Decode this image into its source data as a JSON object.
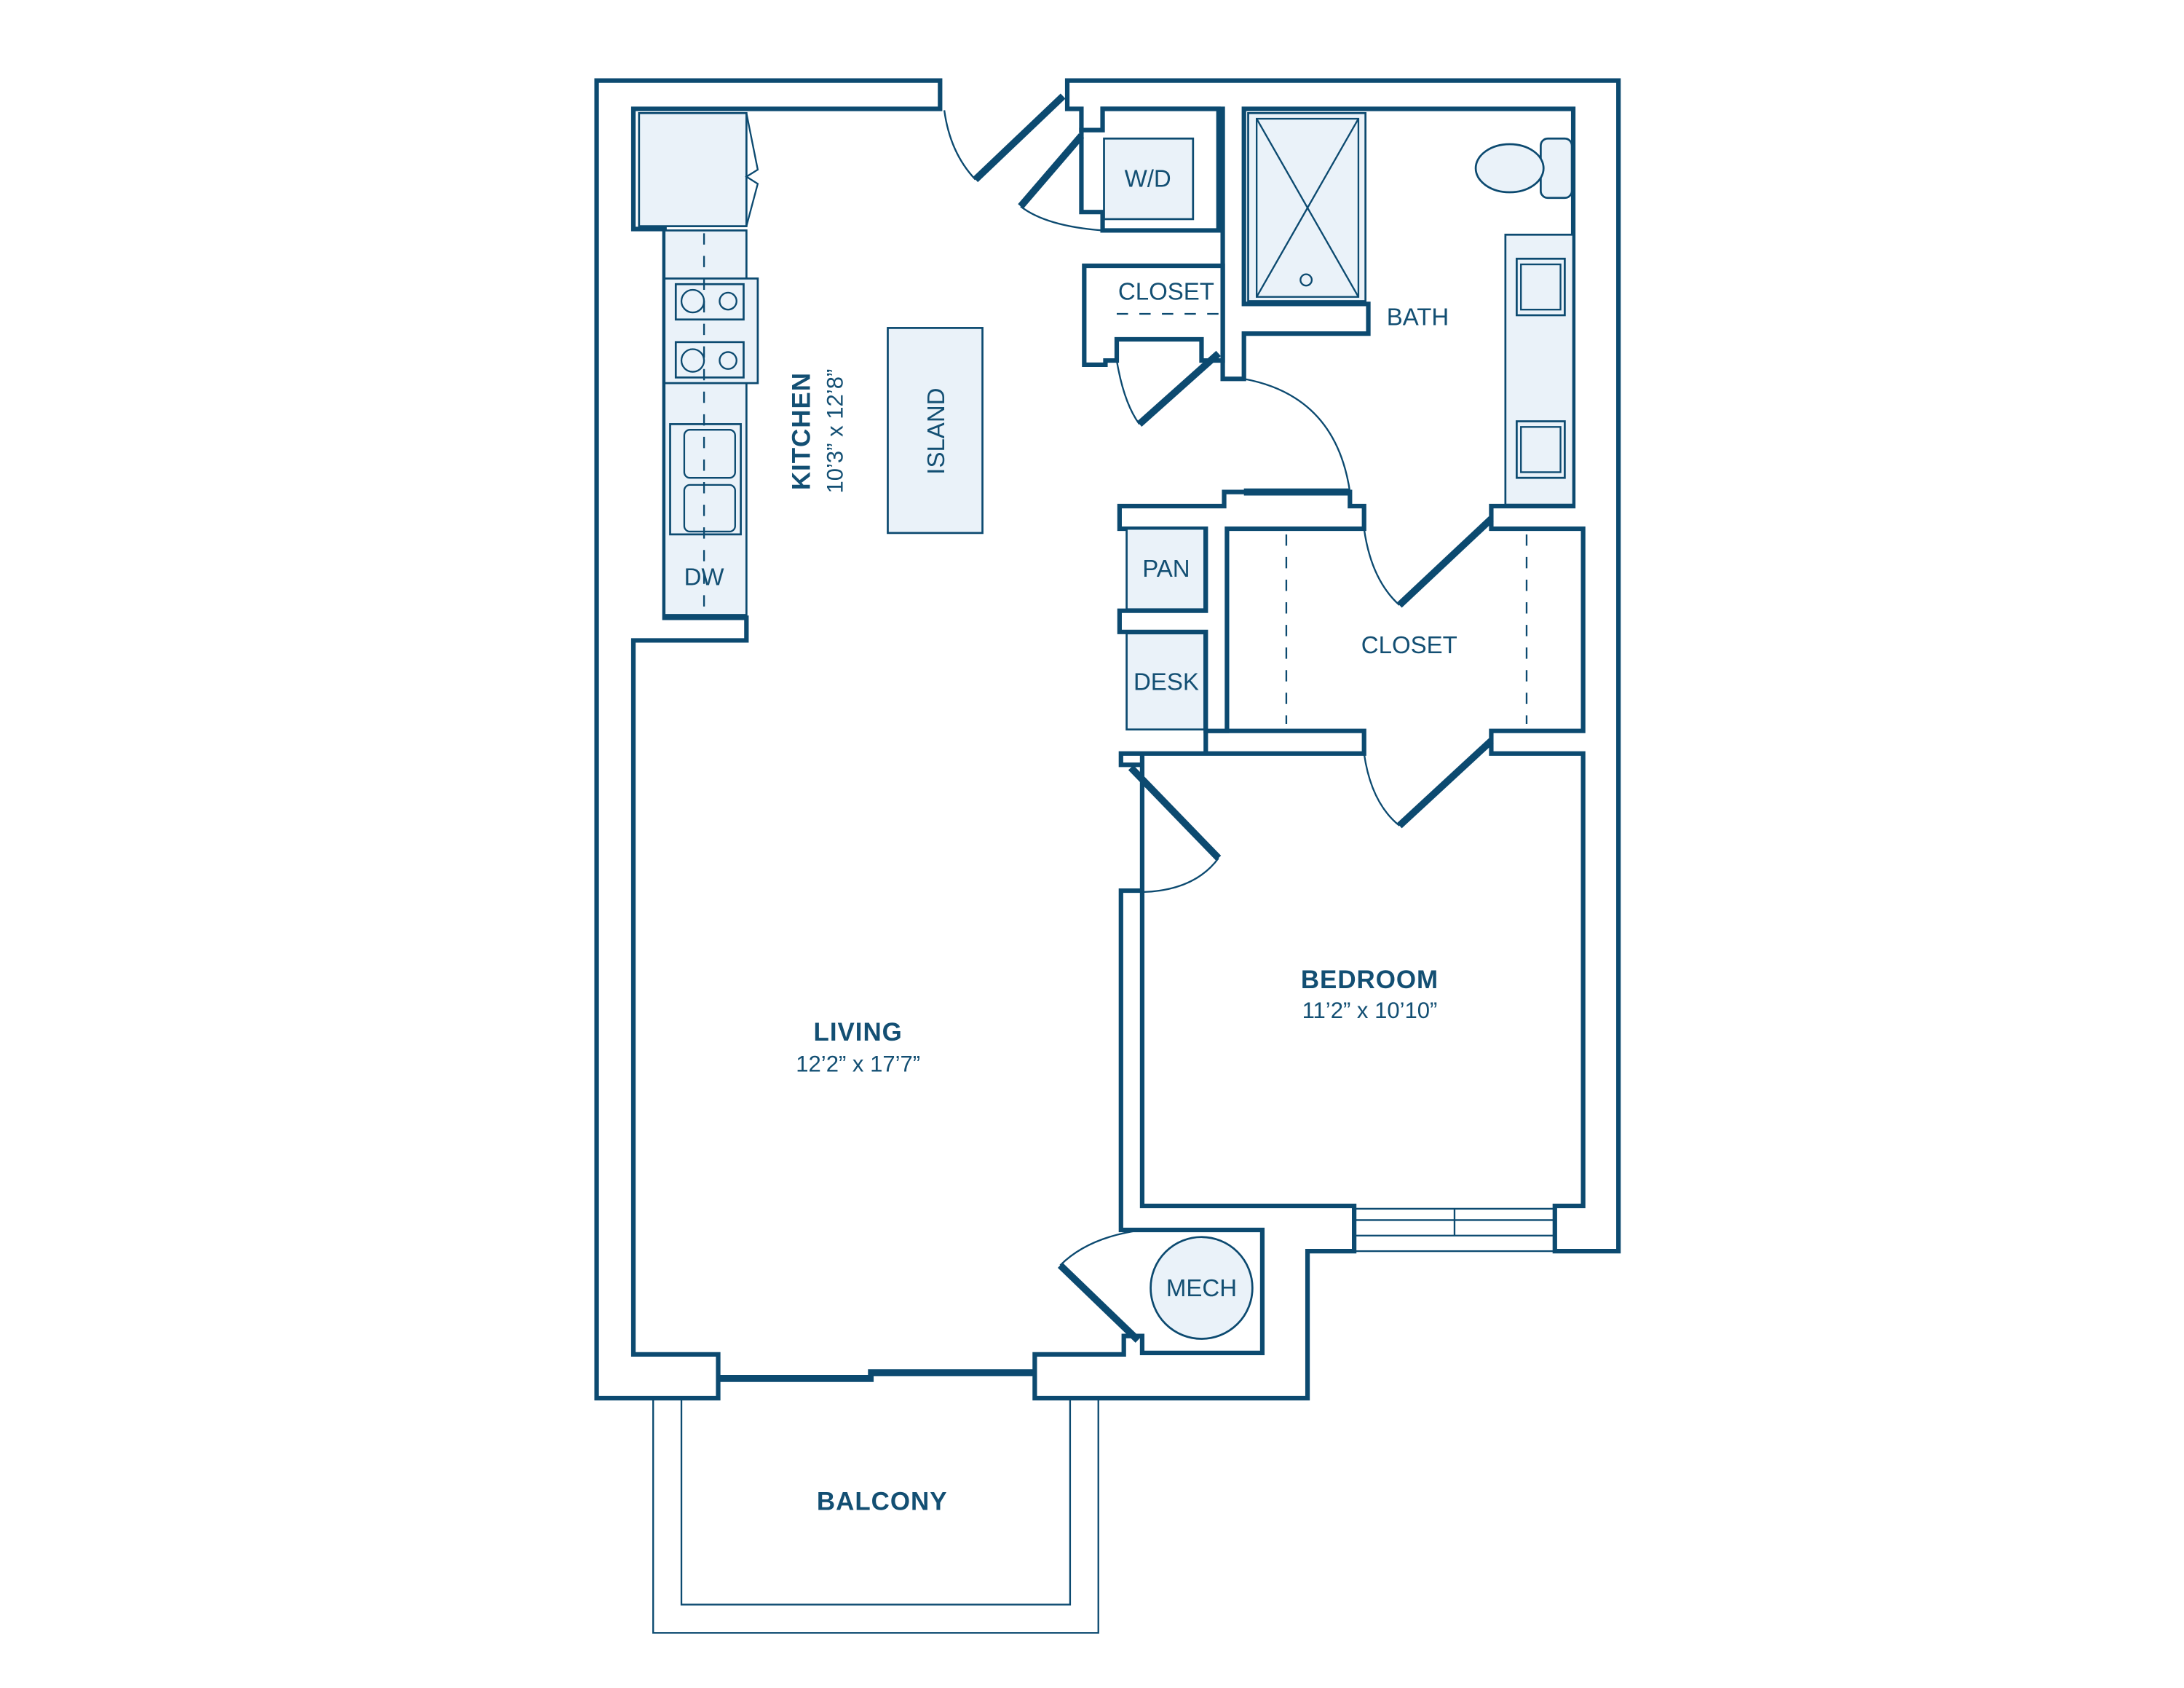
{
  "colors": {
    "wall": "#0c4a70",
    "fixture_fill": "#eaf2f9",
    "text": "#134f73"
  },
  "rooms": {
    "kitchen": {
      "name": "KITCHEN",
      "size": "10’3” x 12’8”"
    },
    "living": {
      "name": "LIVING",
      "size": "12’2” x 17’7”"
    },
    "bedroom": {
      "name": "BEDROOM",
      "size": "11’2” x 10’10”"
    },
    "bath": {
      "name": "BATH"
    },
    "balcony": {
      "name": "BALCONY"
    }
  },
  "fixtures": {
    "island": "ISLAND",
    "dw": "DW",
    "wd": "W/D",
    "closet_small": "CLOSET",
    "closet_walk_in": "CLOSET",
    "pan": "PAN",
    "desk": "DESK",
    "mech": "MECH"
  }
}
